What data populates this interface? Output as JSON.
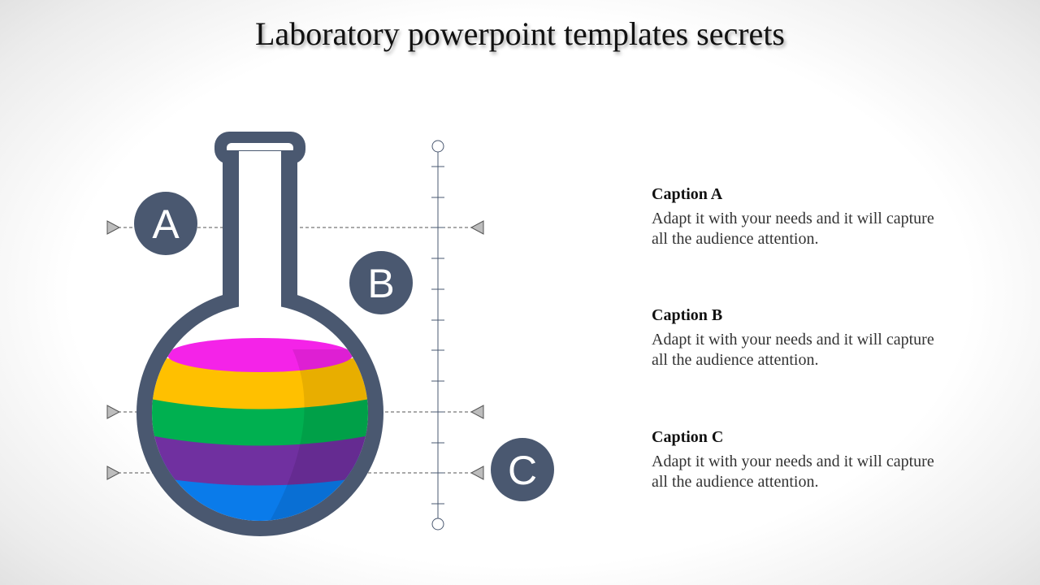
{
  "title": "Laboratory powerpoint templates secrets",
  "colors": {
    "flask_outline": "#4a5870",
    "magenta": "#f423e8",
    "yellow": "#ffc000",
    "green": "#00b050",
    "purple": "#7030a0",
    "blue": "#0a7bea"
  },
  "badges": [
    {
      "letter": "A",
      "icon": "circle-badge"
    },
    {
      "letter": "B",
      "icon": "circle-badge"
    },
    {
      "letter": "C",
      "icon": "circle-badge"
    }
  ],
  "captions": [
    {
      "title": "Caption A",
      "body": "Adapt it with your needs and it will capture all the audience attention."
    },
    {
      "title": "Caption B",
      "body": "Adapt it with your needs and it will capture all the audience attention."
    },
    {
      "title": "Caption C",
      "body": "Adapt it with your needs and it will capture all the audience attention."
    }
  ]
}
